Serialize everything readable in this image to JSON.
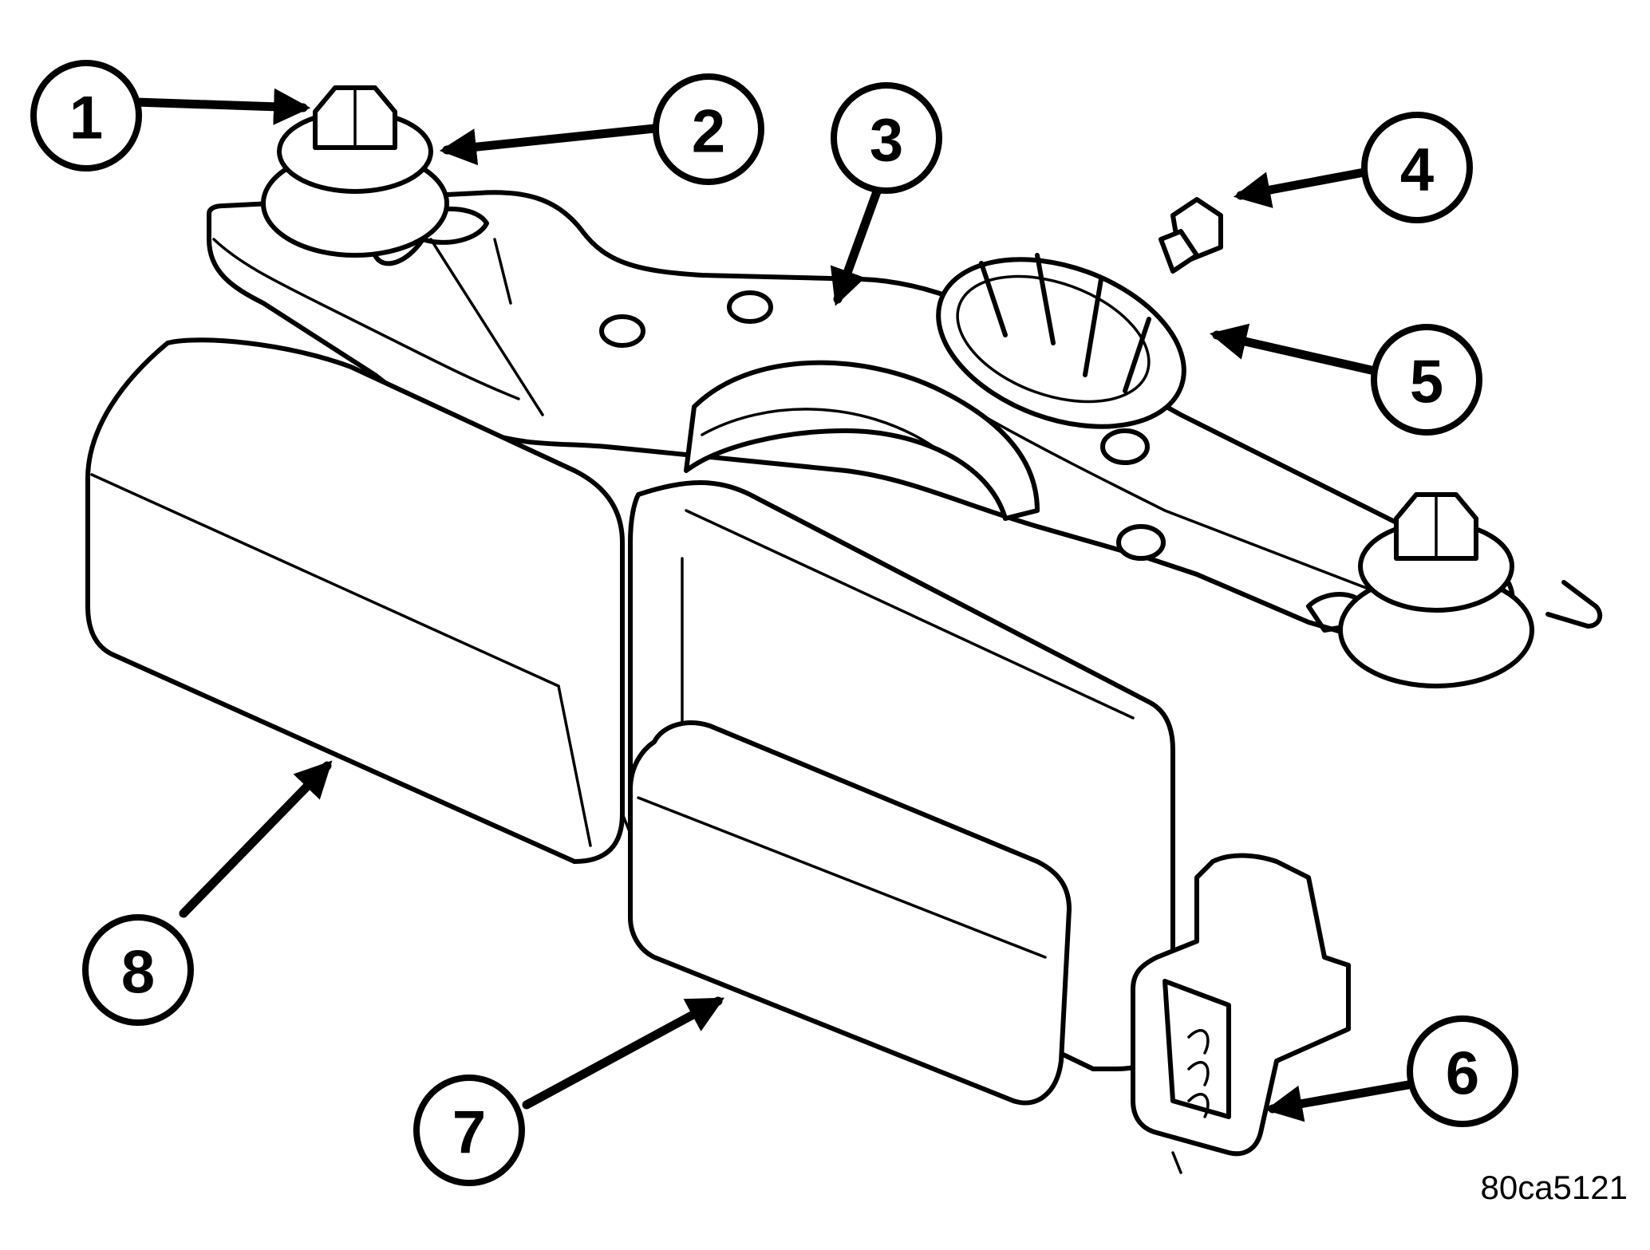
{
  "figure_id": "80ca5121",
  "callouts": [
    {
      "label": "1"
    },
    {
      "label": "2"
    },
    {
      "label": "3"
    },
    {
      "label": "4"
    },
    {
      "label": "5"
    },
    {
      "label": "6"
    },
    {
      "label": "7"
    },
    {
      "label": "8"
    }
  ]
}
